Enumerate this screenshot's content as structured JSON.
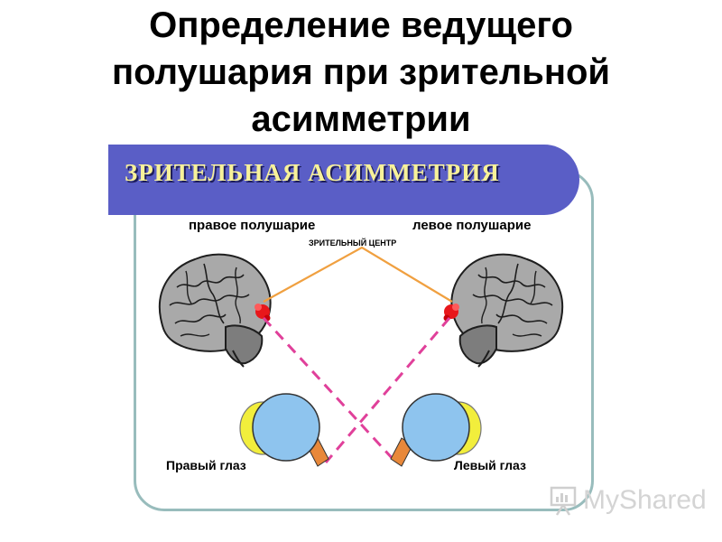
{
  "title": {
    "line1": "Определение ведущего",
    "line2": "полушария при  зрительной",
    "line3": "асимметрии"
  },
  "banner": {
    "text": "ЗРИТЕЛЬНАЯ АСИММЕТРИЯ"
  },
  "labels": {
    "right_hemisphere": "правое полушарие",
    "left_hemisphere": "левое полушарие",
    "visual_center": "ЗРИТЕЛЬНЫЙ ЦЕНТР",
    "right_eye": "Правый глаз",
    "left_eye": "Левый глаз"
  },
  "watermark": {
    "text": "MyShared",
    "icon": "presentation-board-icon"
  },
  "colors": {
    "banner": "#5a5ec6",
    "banner_text": "#f7f199",
    "frame_border": "#98bcbc",
    "orange_line": "#f0a040",
    "pink_dashed": "#e0409a",
    "eyeball": "#8ec4ee",
    "eye_lens": "#f2ee3c",
    "optic_nerve": "#e8883a",
    "brain": "#a9a9a9",
    "visual_center_spot": "#e8171b"
  }
}
